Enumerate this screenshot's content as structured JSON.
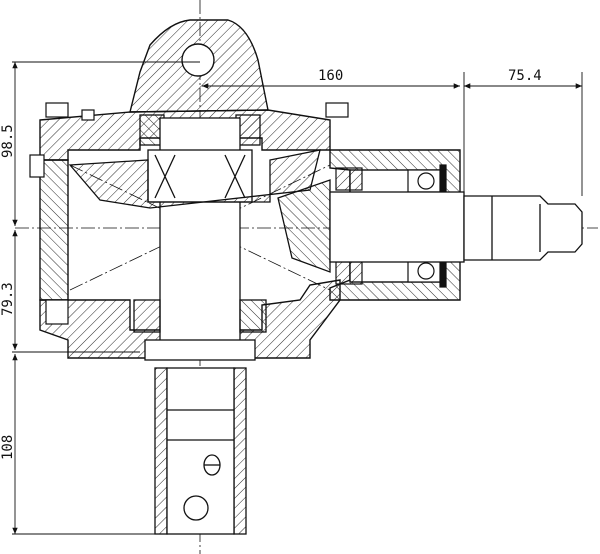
{
  "dimensions": {
    "top_height": "98.5",
    "bottom_height": "79.3",
    "horizontal_main": "160",
    "horizontal_shaft": "75.4",
    "vertical_shaft": "108"
  },
  "colors": {
    "line": "#111111",
    "background": "#ffffff"
  }
}
